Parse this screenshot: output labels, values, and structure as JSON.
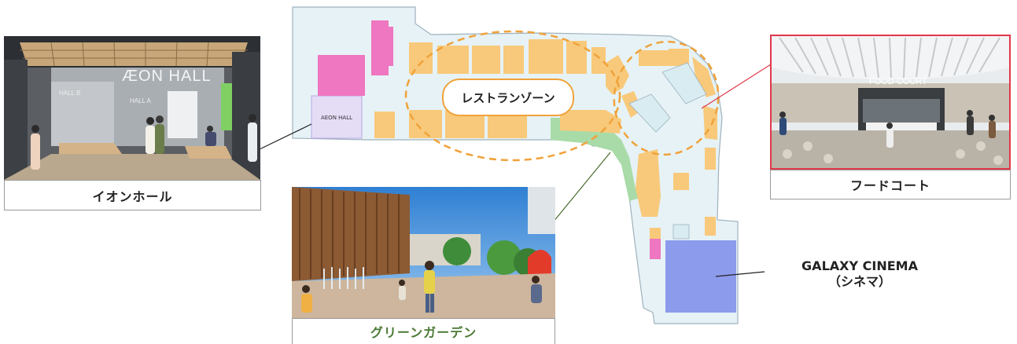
{
  "map": {
    "hall_label": "AEON HALL",
    "restaurant_zone_label": "レストランゾーン"
  },
  "photos": {
    "aeon_hall": {
      "caption": "イオンホール",
      "sign_text": "ÆON HALL",
      "hall_a": "HALL A",
      "hall_b": "HALL B"
    },
    "green_garden": {
      "caption": "グリーンガーデン"
    },
    "food_court": {
      "caption": "フードコート",
      "sign_text": "FOOD COURT"
    }
  },
  "cinema": {
    "name": "GALAXY CINEMA",
    "sub": "（シネマ）"
  },
  "colors": {
    "mall_floor": "#e6f2f6",
    "restaurant_units": "#f8c97a",
    "hall": "#e5dcf6",
    "pink_units": "#ef76c0",
    "cinema": "#8c9bec",
    "garden": "#a9dba8",
    "dashed_zone": "#f0a23a",
    "food_court_frame": "#e0384a"
  }
}
